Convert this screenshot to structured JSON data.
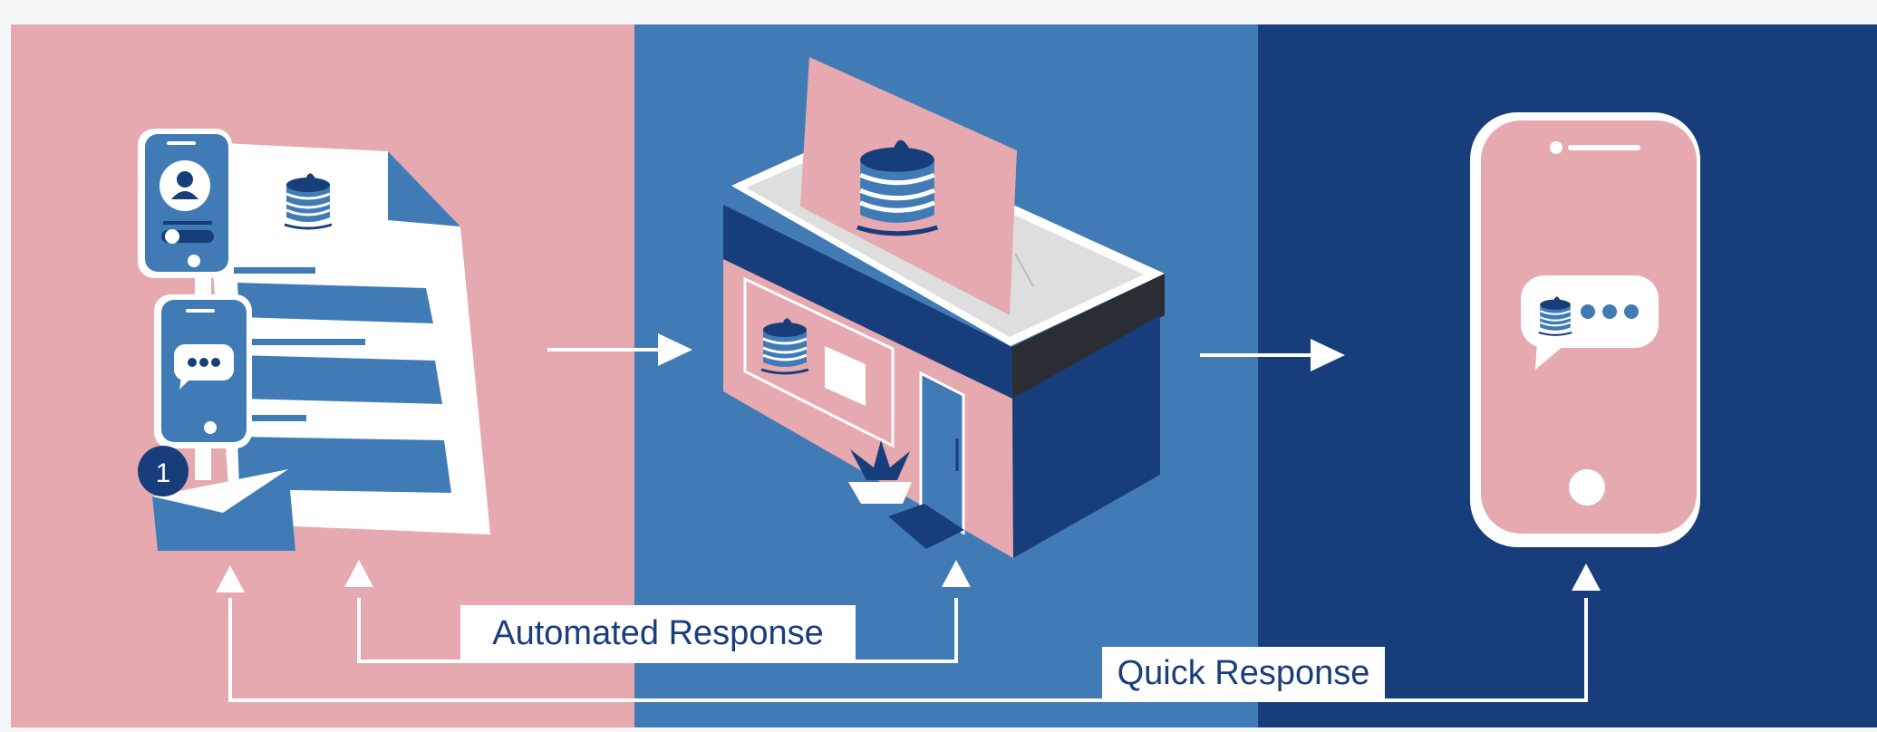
{
  "labels": {
    "automated_response": "Automated Response",
    "quick_response": "Quick Response",
    "notification_count": "1"
  },
  "icons": [
    "form-icon",
    "phone-profile-icon",
    "phone-chat-icon",
    "envelope-icon",
    "bakery-storefront-icon",
    "cake-logo-icon",
    "plant-icon",
    "smartphone-icon",
    "chat-bubble-icon",
    "arrow-right-icon",
    "arrow-up-icon"
  ],
  "colors": {
    "pink": "#e6a9b0",
    "mid_blue": "#417bb5",
    "dark_blue": "#173d7a",
    "white": "#ffffff",
    "page_bg": "#f5f6f8"
  }
}
